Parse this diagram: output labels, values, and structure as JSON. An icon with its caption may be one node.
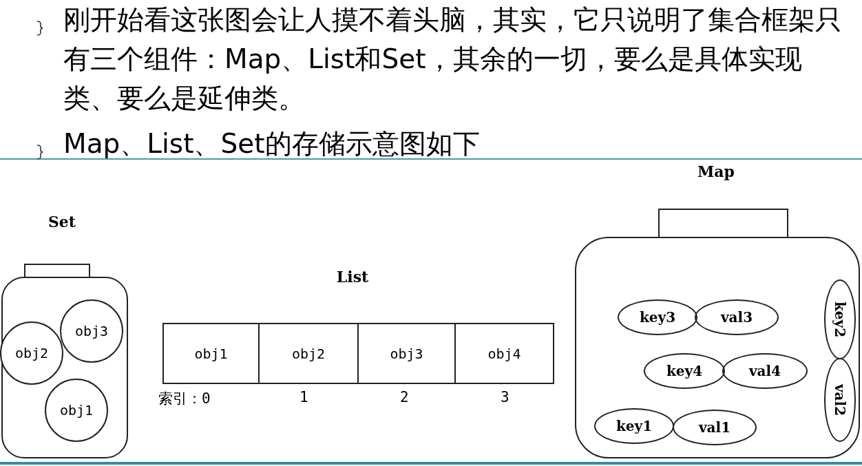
{
  "diagram": {
    "nodes": [
      {
        "text": [
          "Set"
        ]
      },
      {
        "text": [
          "obj3"
        ],
        "in": 0
      },
      {
        "text": [
          "obj2"
        ],
        "in": 0
      },
      {
        "text": [
          "obj1"
        ],
        "in": 0
      },
      {
        "text": [
          "List"
        ]
      },
      {
        "text": [
          "obj1"
        ],
        "in": 4
      },
      {
        "text": [
          "obj2"
        ],
        "in": 4
      },
      {
        "text": [
          "obj3"
        ],
        "in": 4
      },
      {
        "text": [
          "obj4"
        ],
        "in": 4
      },
      {
        "text": [
          "Map"
        ]
      },
      {
        "text": [
          "key3"
        ],
        "in": 9
      },
      {
        "text": [
          "val3"
        ],
        "in": 9
      },
      {
        "text": [
          "key2"
        ],
        "in": 9
      },
      {
        "text": [
          "key4"
        ],
        "in": 9
      },
      {
        "text": [
          "val4"
        ],
        "in": 9
      },
      {
        "text": [
          "val2"
        ],
        "in": 9
      },
      {
        "text": [
          "key1"
        ],
        "in": 9
      },
      {
        "text": [
          "val1"
        ],
        "in": 9
      }
    ],
    "labels": [
      "刚开始看这张图会让人摸不着头脑，其实，它只说明了集合框架只有三个组件：Map、List和Set，其余的一切，要么是具体实现类、要么是延伸类。",
      "Map、List、Set的存储示意图如下",
      "索引：0",
      "1",
      "2",
      "3"
    ]
  }
}
